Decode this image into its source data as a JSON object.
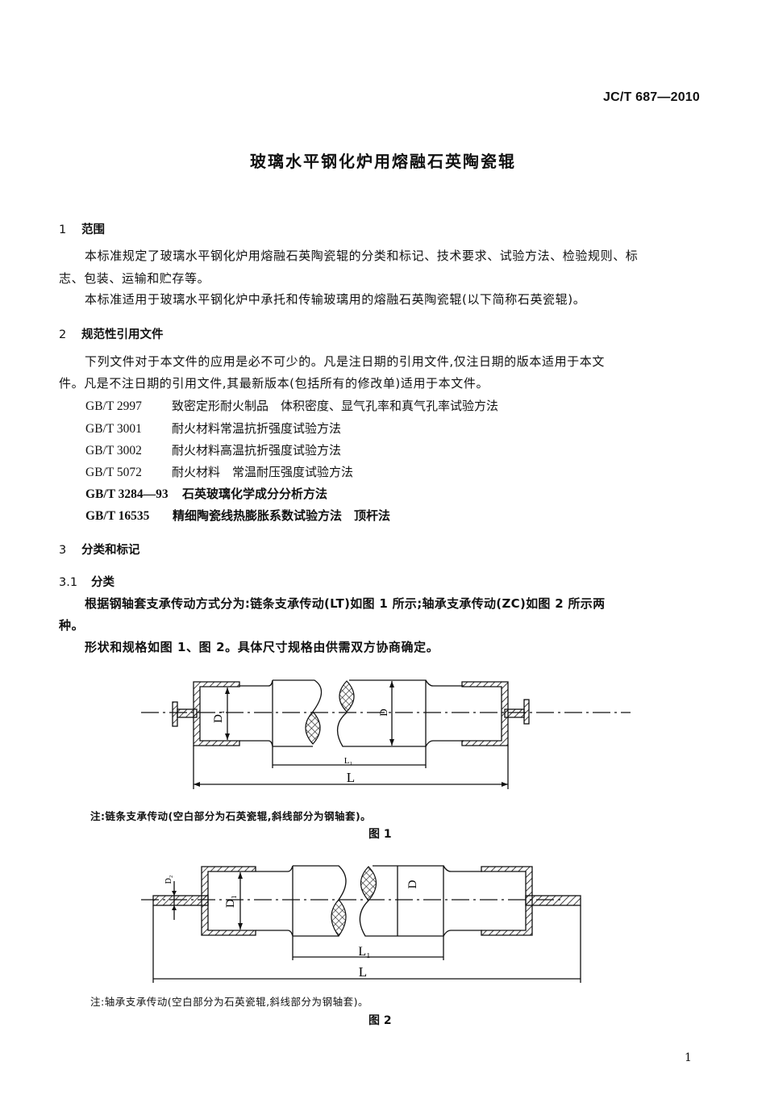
{
  "header": {
    "standard_number": "JC/T 687—2010"
  },
  "document": {
    "title": "玻璃水平钢化炉用熔融石英陶瓷辊"
  },
  "sections": [
    {
      "number": "1",
      "heading": "范围",
      "paragraphs": [
        {
          "line1": "本标准规定了玻璃水平钢化炉用熔融石英陶瓷辊的分类和标记、技术要求、试验方法、检验规则、标",
          "line2": "志、包装、运输和贮存等。"
        },
        {
          "line1": "本标准适用于玻璃水平钢化炉中承托和传输玻璃用的熔融石英陶瓷辊(以下简称石英瓷辊)。"
        }
      ]
    },
    {
      "number": "2",
      "heading": "规范性引用文件",
      "paragraphs": [
        {
          "line1": "下列文件对于本文件的应用是必不可少的。凡是注日期的引用文件,仅注日期的版本适用于本文",
          "line2": "件。凡是不注日期的引用文件,其最新版本(包括所有的修改单)适用于本文件。"
        }
      ],
      "references": [
        {
          "code": "GB/T 2997",
          "title": "致密定形耐火制品　体积密度、显气孔率和真气孔率试验方法"
        },
        {
          "code": "GB/T 3001",
          "title": "耐火材料常温抗折强度试验方法"
        },
        {
          "code": "GB/T 3002",
          "title": "耐火材料高温抗折强度试验方法"
        },
        {
          "code": "GB/T 5072",
          "title": "耐火材料　常温耐压强度试验方法"
        },
        {
          "code": "GB/T 3284—93",
          "title": "石英玻璃化学成分分析方法"
        },
        {
          "code": "GB/T 16535",
          "title": "精细陶瓷线热膨胀系数试验方法　顶杆法"
        }
      ]
    },
    {
      "number": "3",
      "heading": "分类和标记",
      "subsections": [
        {
          "number": "3.1",
          "heading": "分类",
          "paragraphs": [
            {
              "line1": "根据钢轴套支承传动方式分为:链条支承传动(LT)如图 1 所示;轴承支承传动(ZC)如图 2 所示两",
              "line2": "种。"
            },
            {
              "line1": "形状和规格如图 1、图 2。具体尺寸规格由供需双方协商确定。"
            }
          ]
        }
      ]
    }
  ],
  "figures": [
    {
      "label": "图 1",
      "note": "注:链条支承传动(空白部分为石英瓷辊,斜线部分为钢轴套)。",
      "dimension_labels": {
        "d1": "D₁",
        "d": "D",
        "l1": "L₁",
        "l": "L"
      }
    },
    {
      "label": "图 2",
      "note": "注:轴承支承传动(空白部分为石英瓷辊,斜线部分为钢轴套)。",
      "dimension_labels": {
        "d2_small": "D₂",
        "d1": "D₁",
        "d": "D",
        "l1": "L₁",
        "l": "L"
      }
    }
  ],
  "footer": {
    "page_number": "1"
  }
}
